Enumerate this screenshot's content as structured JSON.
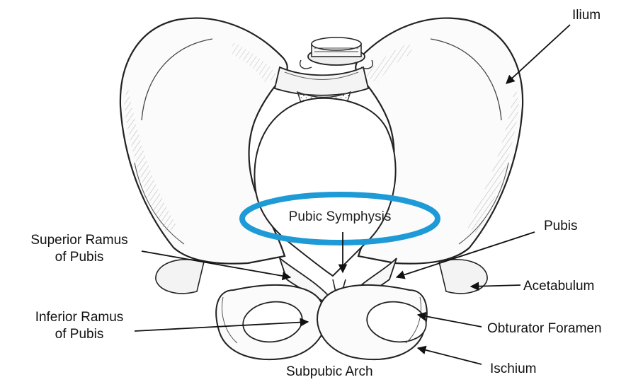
{
  "labels": {
    "ilium": "Ilium",
    "pubic_symphysis": "Pubic Symphysis",
    "pubis": "Pubis",
    "superior_ramus_line1": "Superior Ramus",
    "superior_ramus_line2": "of Pubis",
    "acetabulum": "Acetabulum",
    "inferior_ramus_line1": "Inferior Ramus",
    "inferior_ramus_line2": "of Pubis",
    "obturator_foramen": "Obturator Foramen",
    "ischium": "Ischium",
    "subpubic_arch": "Subpubic Arch"
  },
  "colors": {
    "highlight_ring": "#1e9ad6",
    "outline": "#222222",
    "label_text": "#111111"
  }
}
